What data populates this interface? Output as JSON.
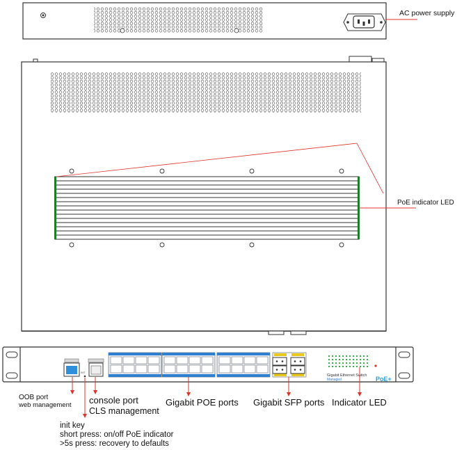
{
  "labels": {
    "ac_power": "AC power supply",
    "poe_indicator_led": "PoE indicator LED",
    "oob_port": "OOB port",
    "web_management": "web management",
    "console_port": "console port",
    "cls_management": "CLS management",
    "gigabit_poe_ports": "Gigabit POE ports",
    "gigabit_sfp_ports": "Gigabit SFP ports",
    "indicator_led": "Indicator LED",
    "init_key": "init key",
    "short_press": "short press: on/off PoE indicator",
    "long_press": ">5s press: recovery to defaults"
  },
  "device_front": {
    "panel_text_line1": "Gigabit Ethernet Switch",
    "panel_text_line2": "Managed",
    "poe_logo": "PoE+"
  },
  "colors": {
    "annotation_line": "#e0322a",
    "poe_port_block": "#2f7fd1",
    "heatsink_edge": "#1f7a2a",
    "sfp_label": "#e8c81a",
    "chassis_outline": "#333333"
  }
}
